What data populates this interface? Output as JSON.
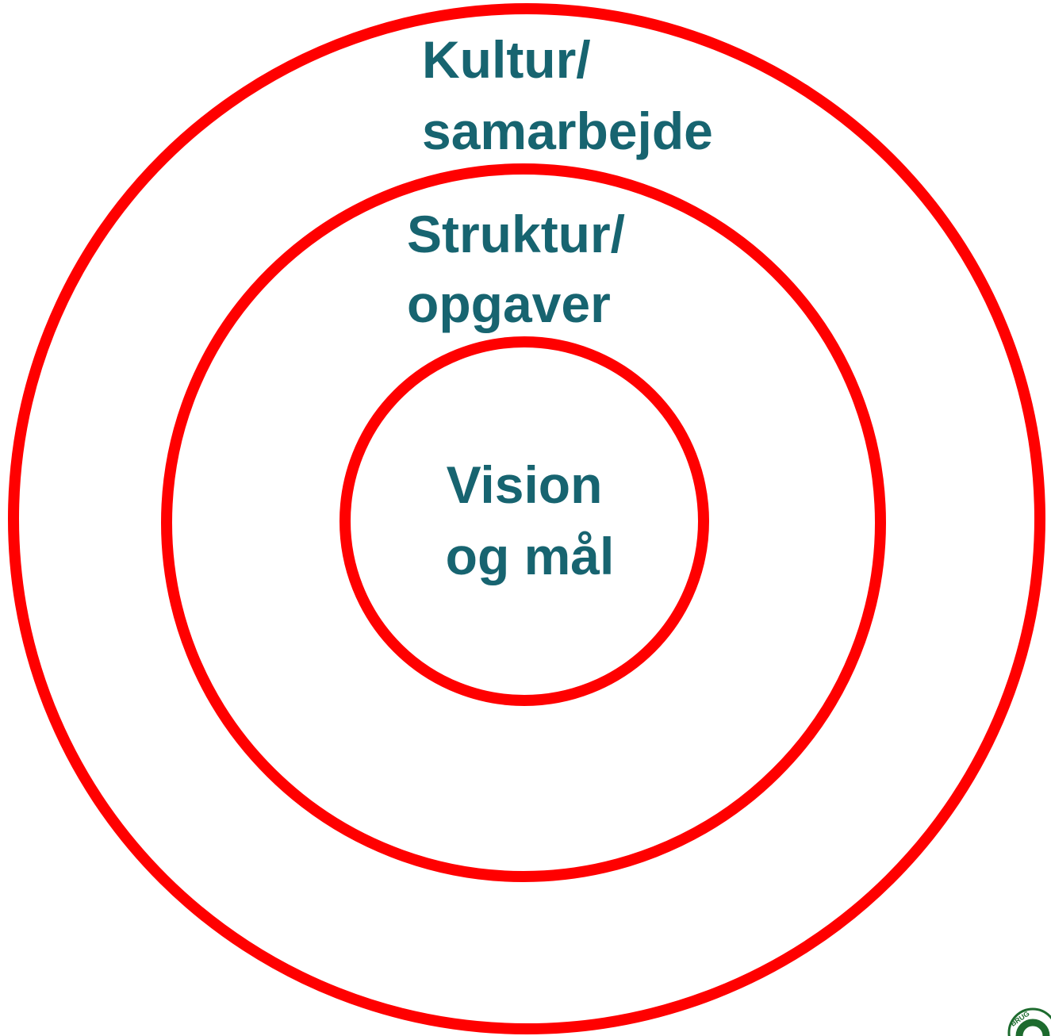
{
  "colors": {
    "ring": "#ff0000",
    "label": "#176470",
    "logo": "#1d6b2e"
  },
  "rings": {
    "outer": {
      "line1": "Kultur/",
      "line2": "samarbejde"
    },
    "middle": {
      "line1": "Struktur/",
      "line2": "opgaver"
    },
    "inner": {
      "line1": "Vision",
      "line2": "og mål"
    }
  },
  "logo": {
    "icon": "partial-logo-icon",
    "text": "BRUG"
  }
}
